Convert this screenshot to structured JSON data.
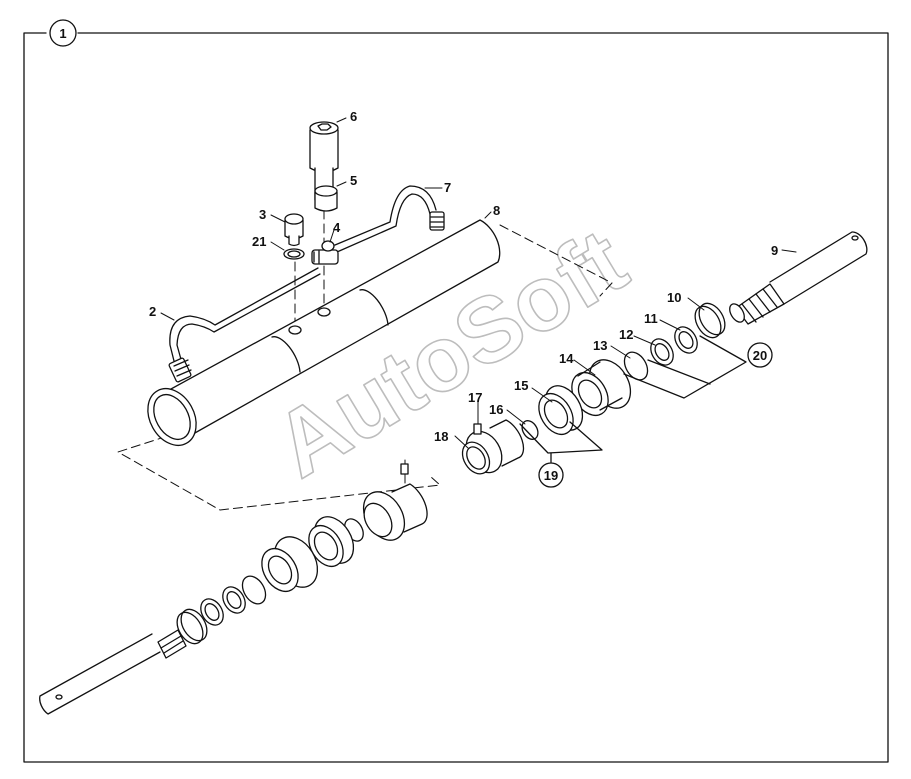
{
  "figure": {
    "number": "1"
  },
  "callouts": {
    "c2": "2",
    "c3": "3",
    "c4": "4",
    "c5": "5",
    "c6": "6",
    "c7": "7",
    "c8": "8",
    "c9": "9",
    "c10": "10",
    "c11": "11",
    "c12": "12",
    "c13": "13",
    "c14": "14",
    "c15": "15",
    "c16": "16",
    "c17": "17",
    "c18": "18",
    "c19": "19",
    "c20": "20",
    "c21": "21"
  },
  "watermark": "AutoSoft"
}
